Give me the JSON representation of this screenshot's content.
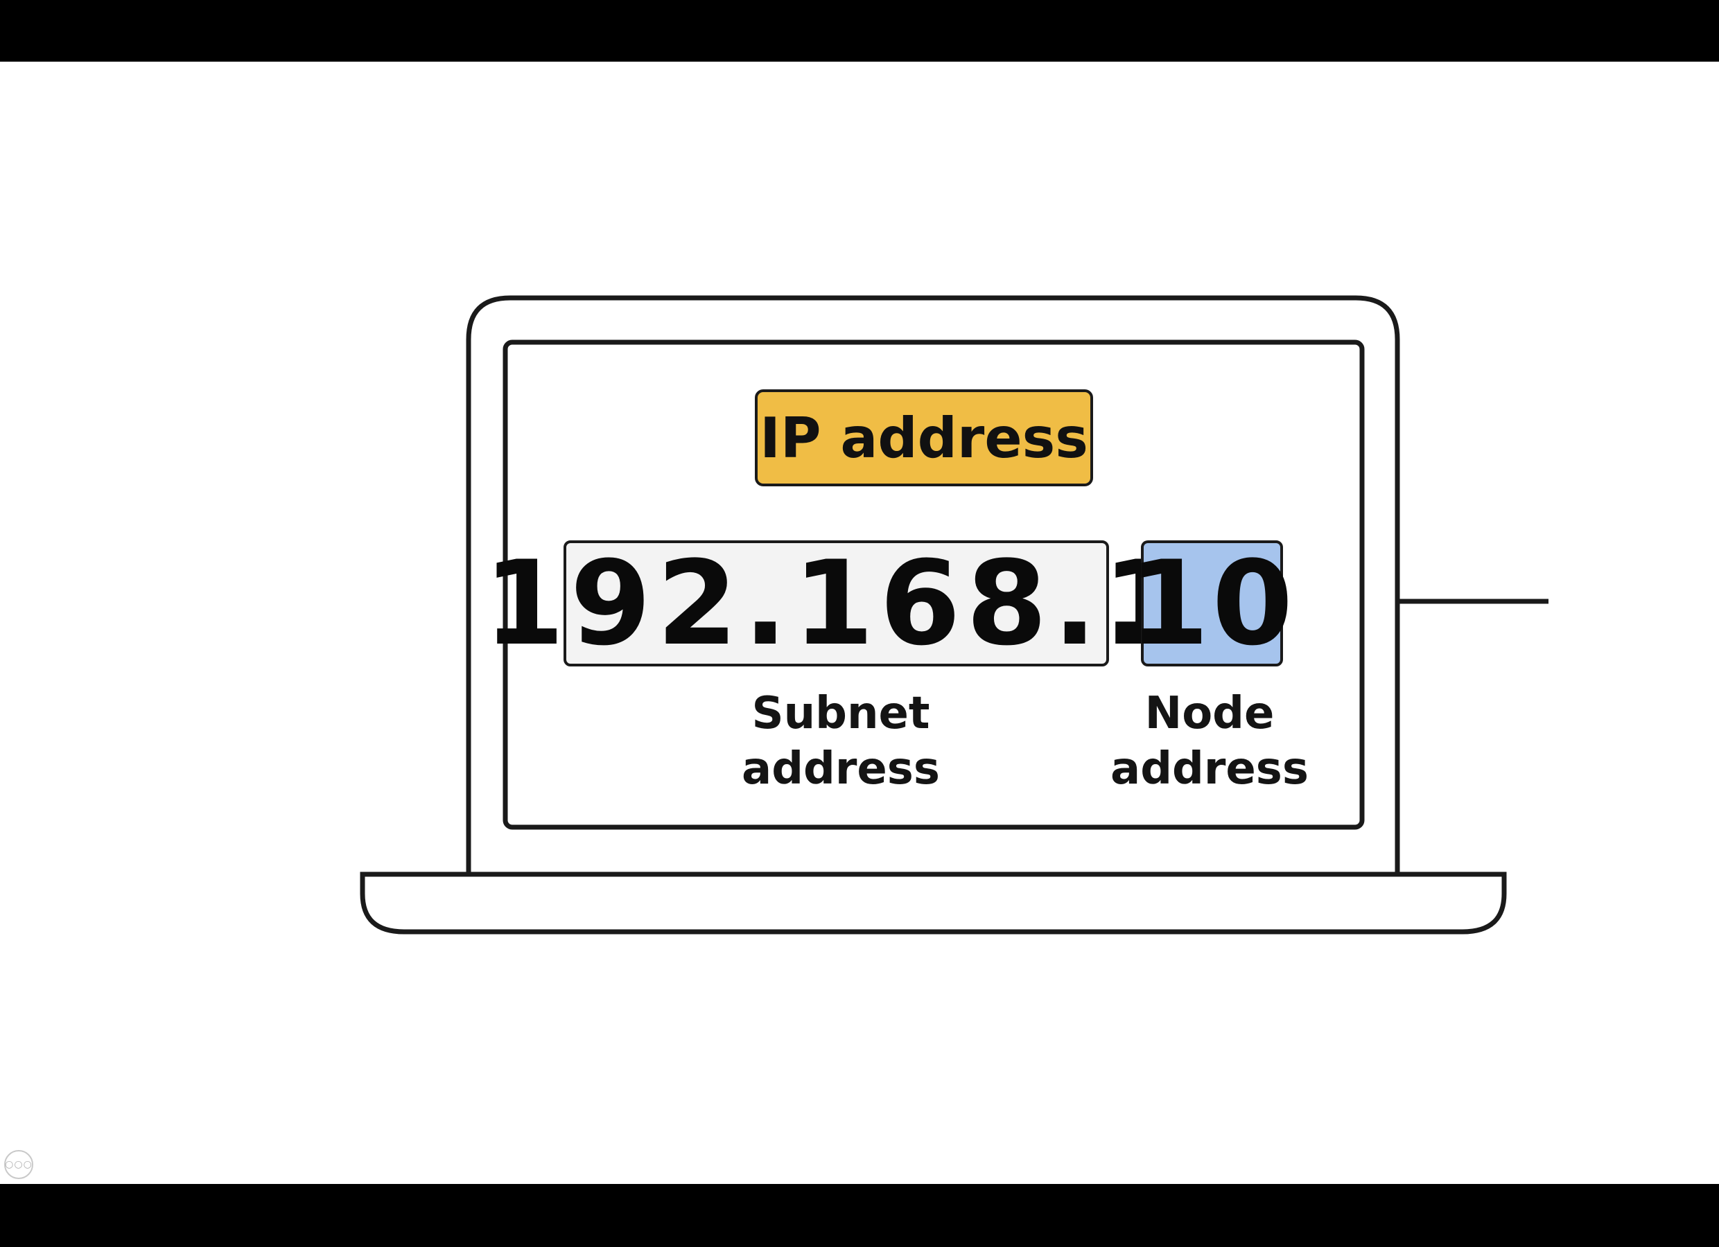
{
  "diagram": {
    "badge_label": "IP address",
    "ip": {
      "subnet_part": "192.168.1",
      "separator": ".",
      "node_part": "10"
    },
    "labels": {
      "subnet": [
        "Subnet",
        "address"
      ],
      "node": [
        "Node",
        "address"
      ]
    },
    "colors": {
      "badge_fill": "#f0bd45",
      "subnet_fill": "#f3f3f3",
      "node_fill": "#a6c4ed",
      "outline": "#1a1a1a"
    }
  },
  "player": {
    "menu_icon": "more-dots-icon",
    "menu_glyph": "○○○"
  }
}
